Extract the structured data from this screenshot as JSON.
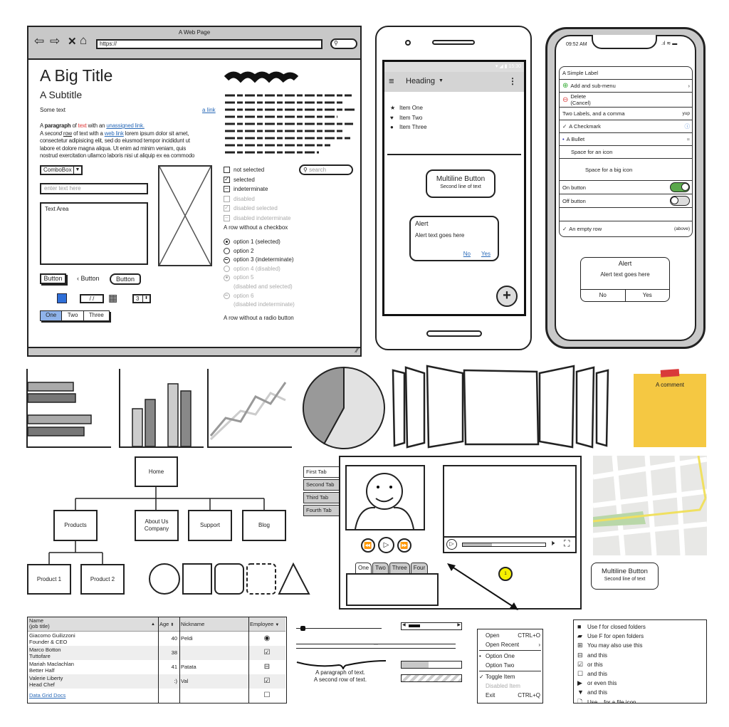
{
  "browser": {
    "title": "A Web Page",
    "url": "https://",
    "big_title": "A Big Title",
    "subtitle": "A Subtitle",
    "some_text": "Some text",
    "a_link": "a link",
    "para": {
      "p1a": "A ",
      "p1b": "paragraph",
      "p1c": " of ",
      "p1d": "text",
      "p1e": " with an ",
      "p1f": "unassigned link.",
      "p2a": "A ",
      "p2b": "second",
      "p2c": " ",
      "p2d": "row",
      "p2e": " of text with a ",
      "p2f": "web link",
      "p2g": " lorem ipsum dolor sit amet,",
      "l3": "consectetur adipisicing elit, sed do eiusmod tempor incididunt ut",
      "l4": "labore et dolore magna aliqua. Ut enim ad minim veniam, quis",
      "l5": "nostrud exercitation ullamco laboris nisi ut aliquip ex ea commodo"
    },
    "combobox": "ComboBox",
    "text_input_placeholder": "enter text here",
    "text_area": "Text Area",
    "search_placeholder": "search",
    "buttons": [
      "Button",
      "Button",
      "Button"
    ],
    "date_value": "/ /",
    "stepper_value": "3",
    "segmented": [
      "One",
      "Two",
      "Three"
    ],
    "segmented_selected": 0,
    "checkboxes": [
      {
        "label": "not selected",
        "state": "off"
      },
      {
        "label": "selected",
        "state": "on"
      },
      {
        "label": "indeterminate",
        "state": "ind"
      },
      {
        "label": "disabled",
        "state": "off",
        "disabled": true
      },
      {
        "label": "disabled selected",
        "state": "on",
        "disabled": true
      },
      {
        "label": "disabled indeterminate",
        "state": "ind",
        "disabled": true
      }
    ],
    "row_no_checkbox": "A row without a checkbox",
    "radios": [
      {
        "label": "option 1 (selected)",
        "state": "on"
      },
      {
        "label": "option 2",
        "state": "off"
      },
      {
        "label": "option 3 (indeterminate)",
        "state": "ind"
      },
      {
        "label": "option 4 (disabled)",
        "state": "off",
        "disabled": true
      },
      {
        "label": "option 5",
        "label2": "(disabled and selected)",
        "state": "on",
        "disabled": true
      },
      {
        "label": "option 6",
        "label2": "(disabled indeterminate)",
        "state": "ind",
        "disabled": true
      }
    ],
    "row_no_radio": "A row without a radio button"
  },
  "android": {
    "status_time": "15:30",
    "heading": "Heading",
    "items": [
      "Item One",
      "Item Two",
      "Item Three"
    ],
    "item_icons": [
      "star-icon",
      "heart-icon",
      "circle-icon"
    ],
    "multiline_button": {
      "line1": "Multiline Button",
      "line2": "Second line of text"
    },
    "alert": {
      "title": "Alert",
      "text": "Alert text goes here",
      "no": "No",
      "yes": "Yes"
    }
  },
  "iphone": {
    "time": "09:52 AM",
    "rows": {
      "simple": "A Simple Label",
      "add": "Add and sub-menu",
      "delete1": "Delete",
      "delete2": "(Cancel)",
      "two_labels": "Two Labels, and a comma",
      "two_labels_right": "yup",
      "checkmark": "A Checkmark",
      "bullet": "A Bullet",
      "icon_space": "Space for an icon",
      "big_icon_space": "Space for a big icon",
      "on": "On button",
      "off": "Off button",
      "empty_row": "An empty row",
      "empty_row_right": "(above)"
    },
    "switches": {
      "on": true,
      "off": false
    },
    "accent": "#5aa84b",
    "alert": {
      "title": "Alert",
      "text": "Alert text goes here",
      "no": "No",
      "yes": "Yes"
    }
  },
  "charts": {
    "hbar": [
      64,
      67,
      89,
      79
    ],
    "columns": [
      53,
      66,
      88,
      78
    ],
    "line_a": [
      10,
      35,
      30,
      65,
      55,
      85
    ],
    "line_b": [
      5,
      25,
      45,
      40,
      70,
      60
    ],
    "pie": [
      42,
      58
    ]
  },
  "sticky_note": {
    "text": "A comment",
    "color": "#f5c842"
  },
  "sitemap": {
    "home": "Home",
    "level1": [
      "Products",
      "About Us\nCompany",
      "Support",
      "Blog"
    ],
    "level2": [
      "Product 1",
      "Product 2"
    ]
  },
  "vertical_tabs": [
    "First Tab",
    "Second Tab",
    "Third Tab",
    "Fourth Tab"
  ],
  "vertical_tab_selected": 0,
  "tabs": [
    "One",
    "Two",
    "Three",
    "Four"
  ],
  "tab_selected": 0,
  "video_progress": 0.35,
  "badge": "1",
  "multiline_button2": {
    "line1": "Multiline Button",
    "line2": "Second line of text"
  },
  "datagrid": {
    "headers": [
      "Name\n(job title)",
      "Age",
      "Nickname",
      "Employee"
    ],
    "rows": [
      {
        "name": "Giacomo Guilizzoni",
        "title": "Founder & CEO",
        "age": "40",
        "nick": "Peldi",
        "emp": "radio"
      },
      {
        "name": "Marco Botton",
        "title": "Tuttofare",
        "age": "38",
        "nick": "",
        "emp": "check"
      },
      {
        "name": "Mariah Maclachlan",
        "title": "Better Half",
        "age": "41",
        "nick": "Patata",
        "emp": "ind"
      },
      {
        "name": "Valerie Liberty",
        "title": "Head Chef",
        "age": ":)",
        "nick": "Val",
        "emp": "check"
      }
    ],
    "link": "Data Grid Docs"
  },
  "slider_value": 0.05,
  "progress": 0.45,
  "paragraph": {
    "l1": "A paragraph of text.",
    "l2": "A second row of text."
  },
  "menu": {
    "items": [
      {
        "label": "Open",
        "shortcut": "CTRL+O"
      },
      {
        "label": "Open Recent",
        "shortcut": "›"
      },
      {
        "label": "Option One",
        "mark": "•"
      },
      {
        "label": "Option Two"
      },
      {
        "label": "Toggle Item",
        "mark": "✓"
      },
      {
        "label": "Disabled Item",
        "disabled": true
      },
      {
        "label": "Exit",
        "shortcut": "CTRL+Q"
      }
    ]
  },
  "tree": {
    "items": [
      {
        "icon": "folder-closed-icon",
        "glyph": "■",
        "label": "Use f for closed folders"
      },
      {
        "icon": "folder-open-icon",
        "glyph": "▰",
        "label": "Use F for open folders"
      },
      {
        "icon": "plus-box-icon",
        "glyph": "⊞",
        "label": "You may also use this"
      },
      {
        "icon": "minus-box-icon",
        "glyph": "⊟",
        "label": "and this"
      },
      {
        "icon": "checked-box-icon",
        "glyph": "☑",
        "label": "or this"
      },
      {
        "icon": "empty-box-icon",
        "glyph": "☐",
        "label": "and this"
      },
      {
        "icon": "triangle-right-icon",
        "glyph": "▶",
        "label": "or even this"
      },
      {
        "icon": "triangle-down-icon",
        "glyph": "▼",
        "label": "and this"
      },
      {
        "icon": "file-icon",
        "glyph": "🗋",
        "label": "Use _ for a file icon"
      }
    ]
  }
}
